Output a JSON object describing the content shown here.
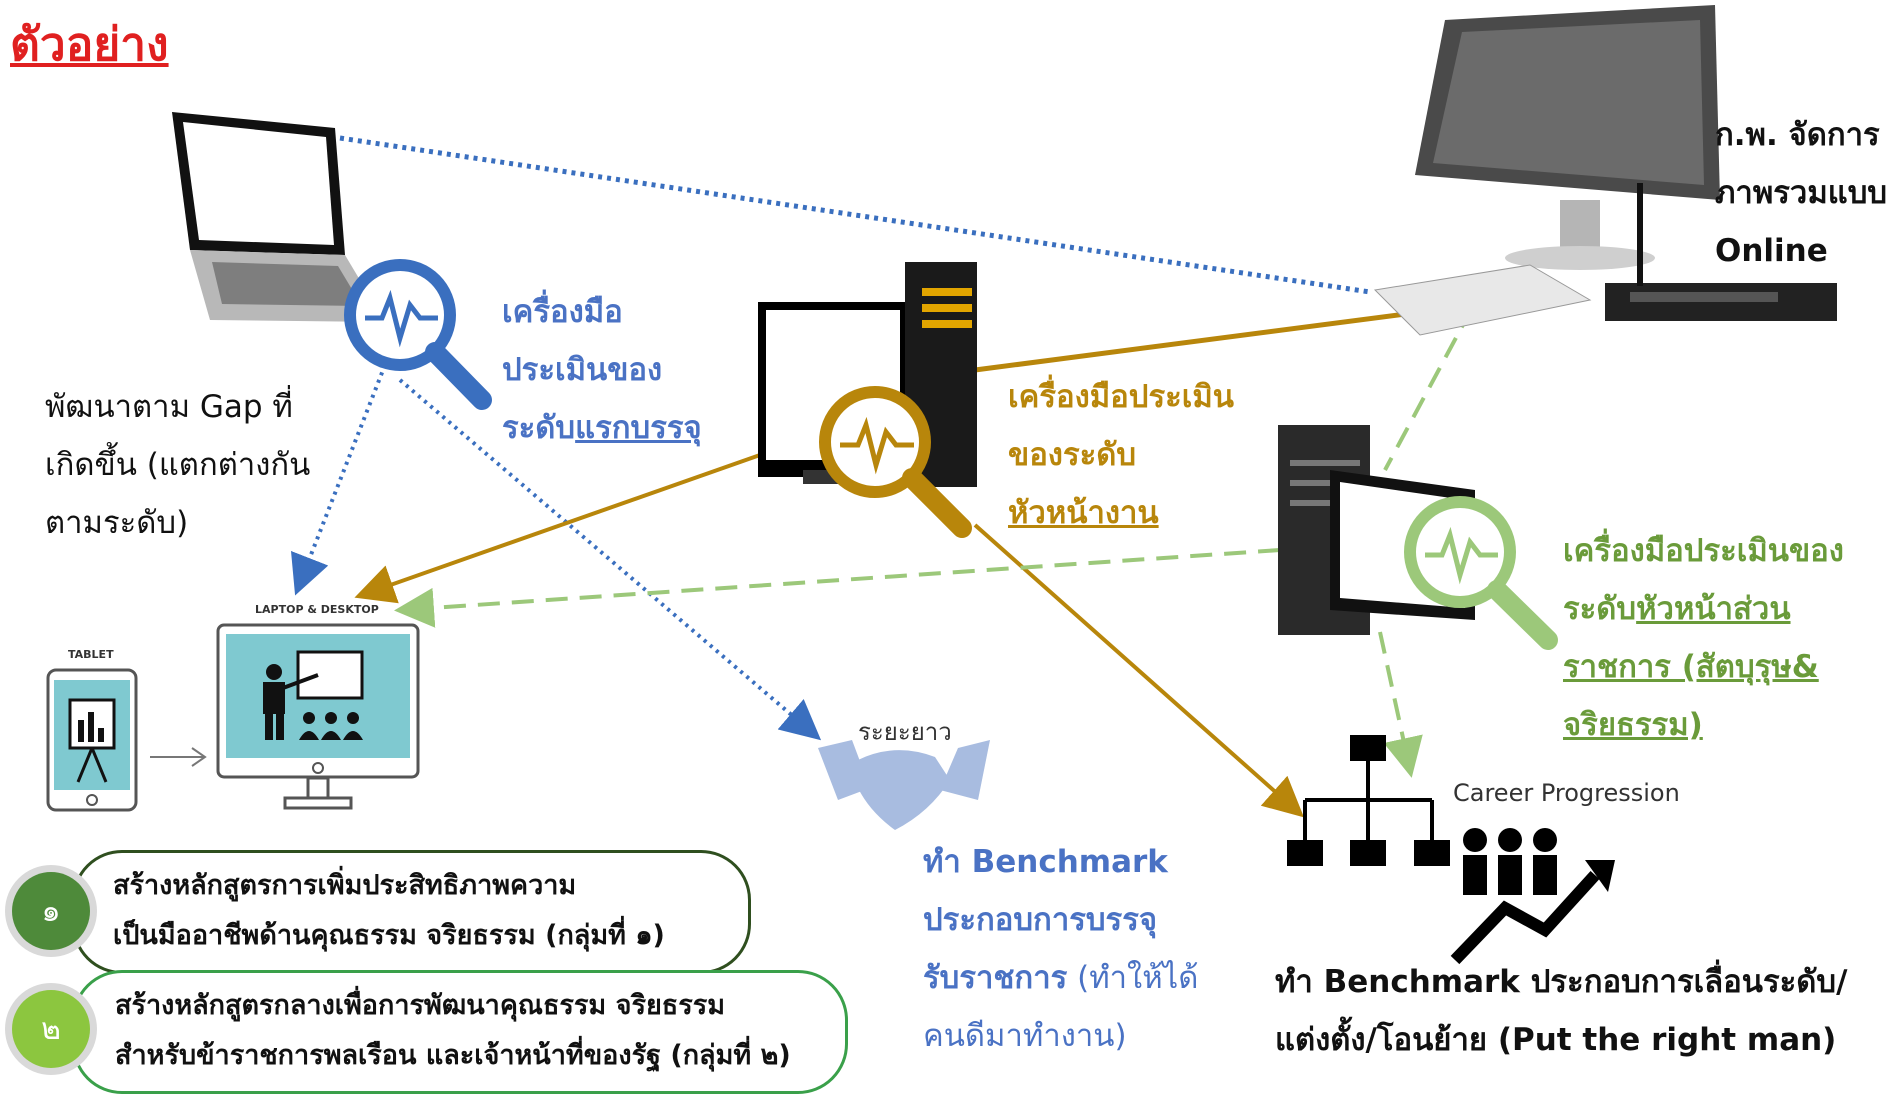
{
  "title": "ตัวอย่าง",
  "labels": {
    "gap": [
      "พัฒนาตาม Gap ที่",
      "เกิดขึ้น (แตกต่างกัน",
      "ตามระดับ)"
    ],
    "entry_tool": {
      "line1": "เครื่องมือ",
      "line2": "ประเมินของ",
      "line3_prefix": "ระดับ",
      "line3_underlined": "แรกบรรจุ"
    },
    "supervisor_tool": {
      "line1": "เครื่องมือประเมิน",
      "line2": "ของระดับ",
      "line3": "หัวหน้างาน"
    },
    "head_tool": {
      "line1": "เครื่องมือประเมินของ",
      "line2_prefix": "ระดับ",
      "line2_underlined": "หัวหน้าส่วน",
      "line3": "ราชการ (สัตบุรุษ&",
      "line4": "จริยธรรม)"
    },
    "ocsc": [
      "ก.พ. จัดการ",
      "ภาพรวมแบบ",
      "Online"
    ],
    "long_term": "ระยะยาว",
    "benchmark_recruit": {
      "line1": "ทำ Benchmark",
      "line2": "ประกอบการบรรจุ",
      "line3_bold": "รับราชการ",
      "line3_thin": " (ทำให้ได้",
      "line4": "คนดีมาทำงาน)"
    },
    "career": "Career Progression",
    "benchmark_promote": [
      "ทำ Benchmark ประกอบการเลื่อนระดับ/",
      "แต่งตั้ง/โอนย้าย (Put the right man)"
    ],
    "device_caption_laptop": "LAPTOP & DESKTOP",
    "device_caption_tablet": "TABLET"
  },
  "steps": [
    {
      "num": "๑",
      "lines": [
        "สร้างหลักสูตรการเพิ่มประสิทธิภาพความ",
        "เป็นมืออาชีพด้านคุณธรรม  จริยธรรม (กลุ่มที่ ๑)"
      ],
      "color": "#4e8a3a",
      "border": "#2f4f1f"
    },
    {
      "num": "๒",
      "lines": [
        "สร้างหลักสูตรกลางเพื่อการพัฒนาคุณธรรม จริยธรรม",
        "สำหรับข้าราชการพลเรือน และเจ้าหน้าที่ของรัฐ (กลุ่มที่ ๒)"
      ],
      "color": "#8cc63f",
      "border": "#3aa04a"
    }
  ],
  "colors": {
    "title": "#e02020",
    "blue": "#4a72c4",
    "gold": "#b8860b",
    "green": "#8fbf6a"
  }
}
